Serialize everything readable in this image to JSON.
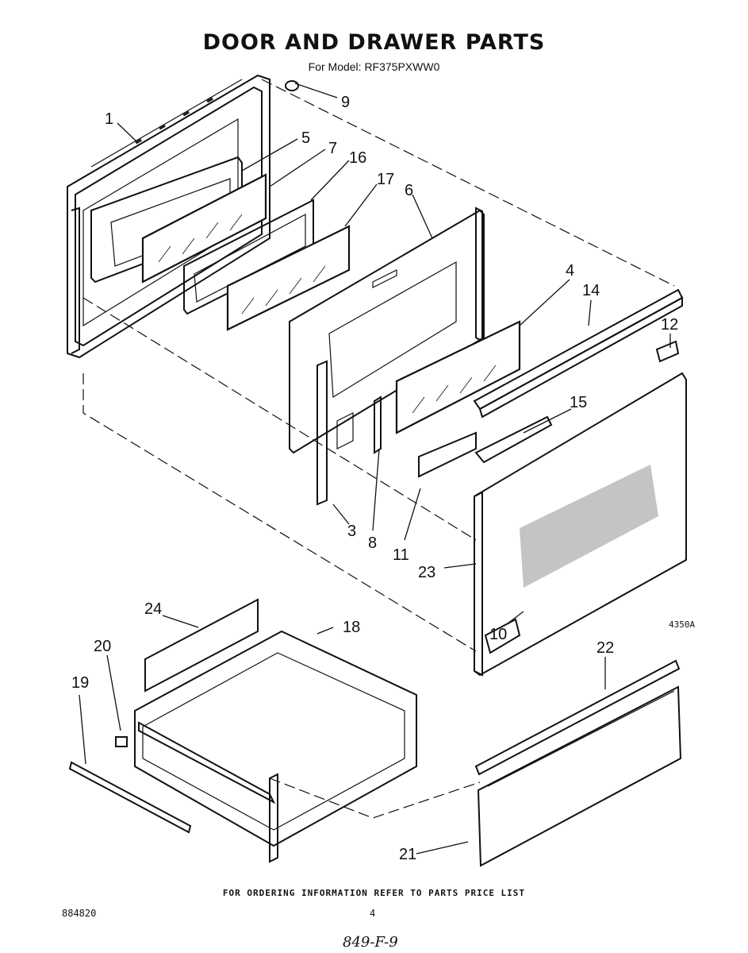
{
  "header": {
    "title": "DOOR AND DRAWER PARTS",
    "subtitle": "For Model: RF375PXWW0"
  },
  "figure_code": "4350A",
  "footer": {
    "note": "FOR ORDERING INFORMATION REFER TO PARTS PRICE LIST",
    "doc_number": "884820",
    "page_number": "4",
    "handwritten": "849-F-9"
  },
  "callouts": {
    "c1": "1",
    "c3": "3",
    "c4": "4",
    "c5": "5",
    "c6": "6",
    "c7": "7",
    "c8": "8",
    "c9": "9",
    "c10": "10",
    "c11": "11",
    "c12": "12",
    "c14": "14",
    "c15": "15",
    "c16": "16",
    "c17": "17",
    "c18": "18",
    "c19": "19",
    "c20": "20",
    "c21": "21",
    "c22": "22",
    "c23": "23",
    "c24": "24"
  }
}
